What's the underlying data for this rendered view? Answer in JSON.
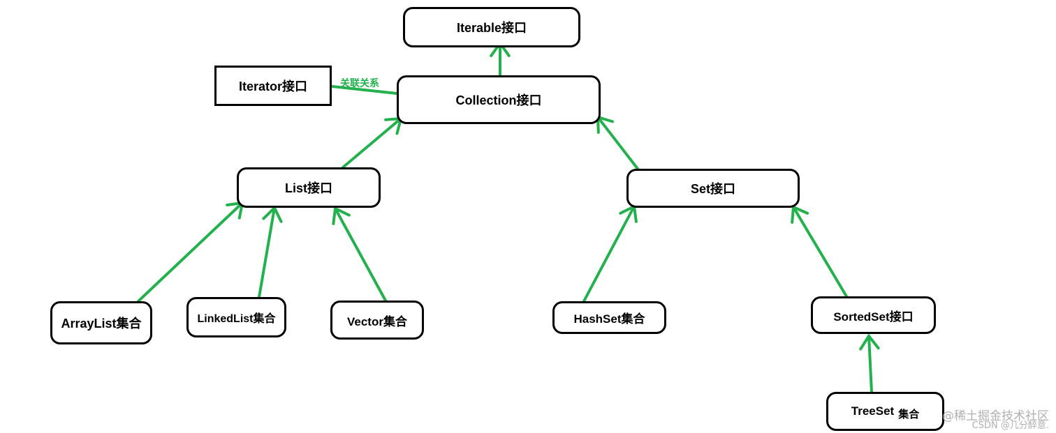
{
  "nodes": {
    "iterable": "Iterable接口",
    "iterator": "Iterator接口",
    "collection": "Collection接口",
    "list": "List接口",
    "set": "Set接口",
    "arraylist": "ArrayList集合",
    "linkedlist": "LinkedList集合",
    "vector": "Vector集合",
    "hashset": "HashSet集合",
    "sortedset": "SortedSet接口",
    "treeset_name": "TreeSet",
    "treeset_suffix": "集合"
  },
  "edge_labels": {
    "association": "关联关系"
  },
  "watermarks": {
    "juejin": "@稀土掘金技术社区",
    "csdn": "CSDN @几分醉意."
  },
  "colors": {
    "arrow": "#22b14c",
    "border": "#000000",
    "watermark": "#b0b0b0"
  }
}
